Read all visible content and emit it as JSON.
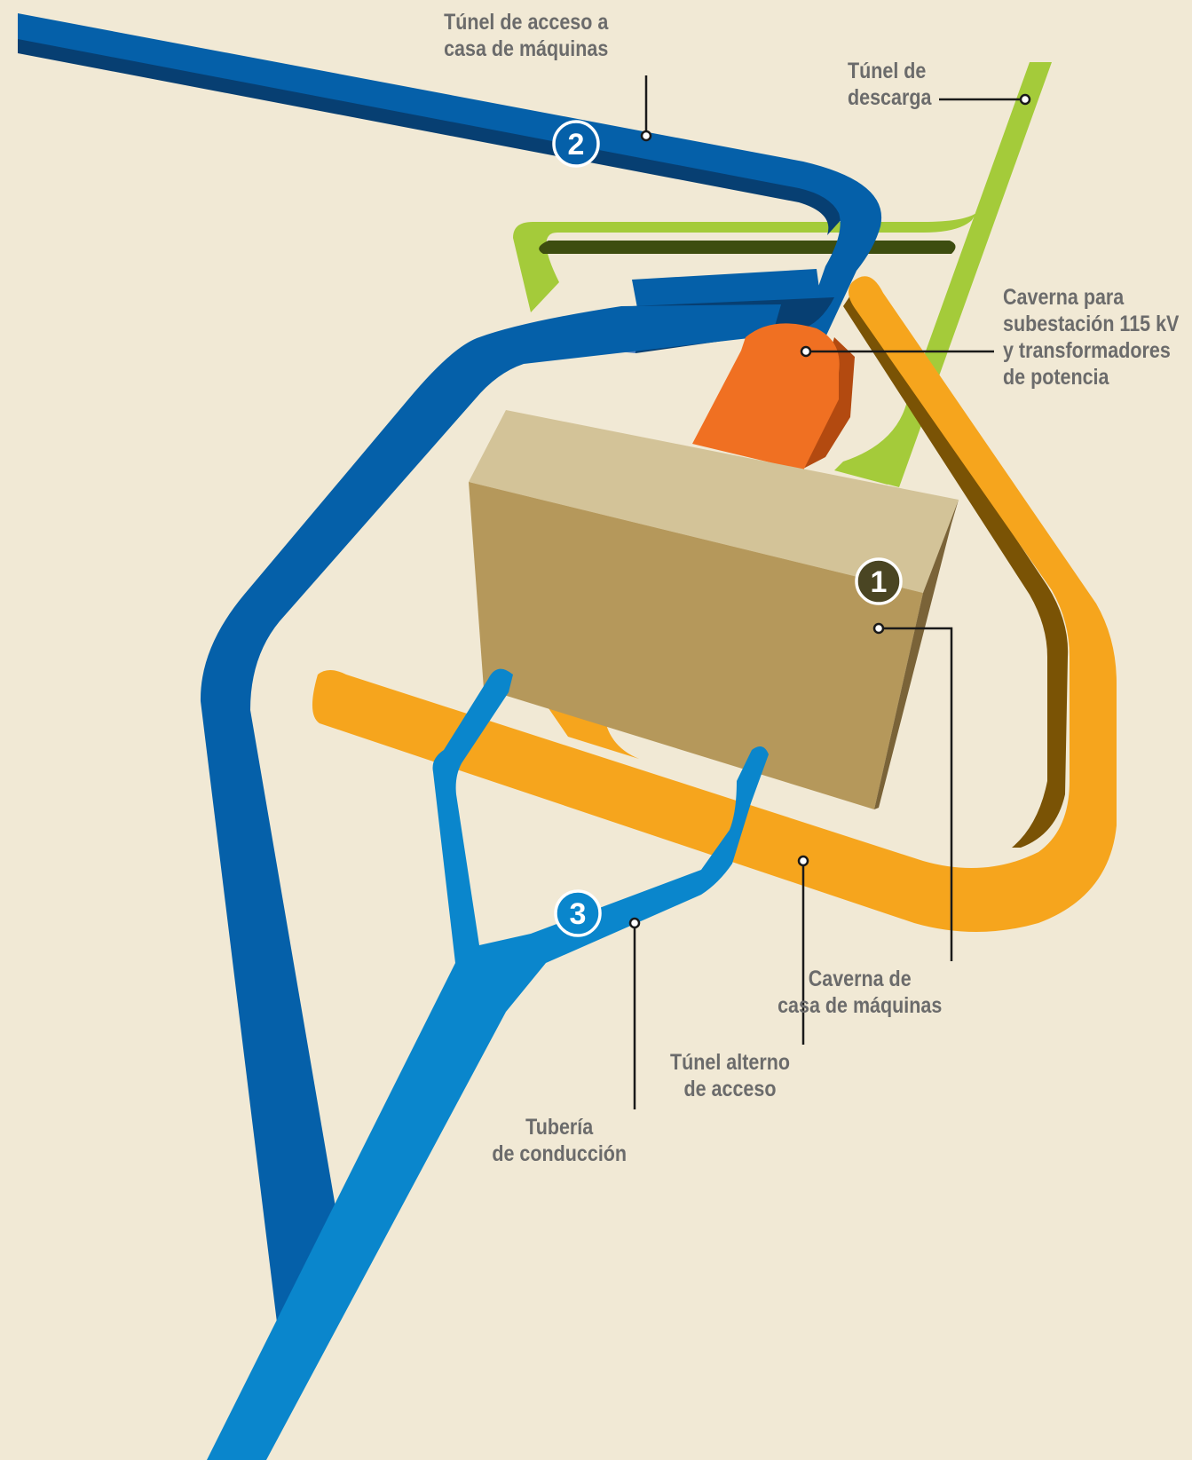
{
  "labels": {
    "tunel_acceso": [
      "Túnel de acceso a",
      "casa de máquinas"
    ],
    "tunel_descarga": [
      "Túnel de",
      "descarga"
    ],
    "caverna_subestacion": [
      "Caverna para",
      "subestación 115 kV",
      "y transformadores",
      "de potencia"
    ],
    "caverna_casa": [
      "Caverna de",
      "casa de máquinas"
    ],
    "tunel_alterno": [
      "Túnel alterno",
      "de acceso"
    ],
    "tuberia": [
      "Tubería",
      "de conducción"
    ]
  },
  "badges": {
    "casa_maquinas": "1",
    "tunel_acceso": "2",
    "tuberia": "3"
  },
  "colors": {
    "background": "#f1e9d5",
    "access_tunnel": "#0560a9",
    "access_tunnel_dark": "#073f72",
    "discharge_tunnel": "#a4cb3a",
    "discharge_tunnel_dark": "#3d4d10",
    "alternate_tunnel": "#f6a51d",
    "alternate_tunnel_dark": "#7a5305",
    "penstock": "#0a86cc",
    "substation_cavern": "#f07022",
    "substation_cavern_dark": "#b34a10",
    "powerhouse_top": "#d3c398",
    "powerhouse_front": "#b5985b",
    "powerhouse_side": "#7a6338",
    "leader_line": "#1a1a1a",
    "label_text": "#6b6b6b",
    "badge_dark": "#4a4523"
  }
}
